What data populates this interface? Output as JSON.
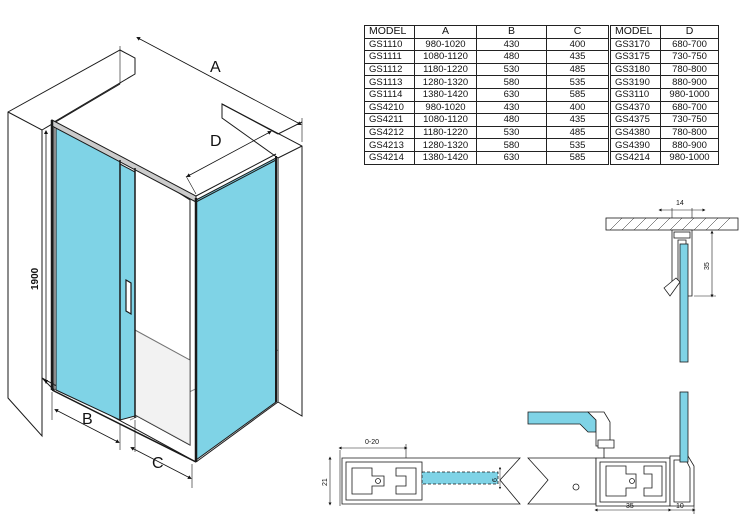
{
  "dimensions": {
    "a": "A",
    "b": "B",
    "c": "C",
    "d": "D",
    "height": "1900",
    "profile_width": "14",
    "profile_depth": "35",
    "adjust_range": "0-20",
    "frame_height": "21",
    "glass": "6",
    "base_width": "35",
    "base_edge": "10"
  },
  "table_main": {
    "headers": [
      "MODEL",
      "A",
      "B",
      "C"
    ],
    "rows": [
      [
        "GS1110",
        "980-1020",
        "430",
        "400"
      ],
      [
        "GS1111",
        "1080-1120",
        "480",
        "435"
      ],
      [
        "GS1112",
        "1180-1220",
        "530",
        "485"
      ],
      [
        "GS1113",
        "1280-1320",
        "580",
        "535"
      ],
      [
        "GS1114",
        "1380-1420",
        "630",
        "585"
      ],
      [
        "GS4210",
        "980-1020",
        "430",
        "400"
      ],
      [
        "GS4211",
        "1080-1120",
        "480",
        "435"
      ],
      [
        "GS4212",
        "1180-1220",
        "530",
        "485"
      ],
      [
        "GS4213",
        "1280-1320",
        "580",
        "535"
      ],
      [
        "GS4214",
        "1380-1420",
        "630",
        "585"
      ]
    ]
  },
  "table_d": {
    "headers": [
      "MODEL",
      "D"
    ],
    "rows": [
      [
        "GS3170",
        "680-700"
      ],
      [
        "GS3175",
        "730-750"
      ],
      [
        "GS3180",
        "780-800"
      ],
      [
        "GS3190",
        "880-900"
      ],
      [
        "GS3110",
        "980-1000"
      ],
      [
        "GS4370",
        "680-700"
      ],
      [
        "GS4375",
        "730-750"
      ],
      [
        "GS4380",
        "780-800"
      ],
      [
        "GS4390",
        "880-900"
      ],
      [
        "GS4214",
        "980-1000"
      ]
    ]
  },
  "colors": {
    "glass": "#7fd3e6",
    "line": "#1a1a1a",
    "frame": "#333333"
  }
}
